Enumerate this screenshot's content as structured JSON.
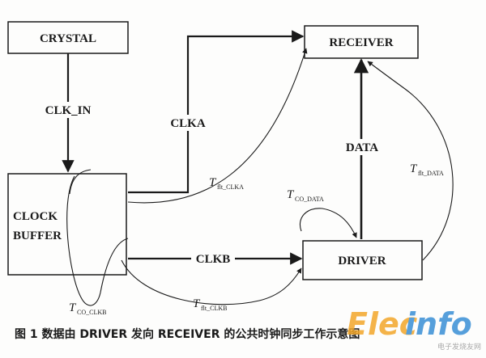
{
  "boxes": {
    "crystal": "CRYSTAL",
    "receiver": "RECEIVER",
    "clock_buffer_line1": "CLOCK",
    "clock_buffer_line2": "BUFFER",
    "driver": "DRIVER"
  },
  "signals": {
    "clk_in": "CLK_IN",
    "clka": "CLKA",
    "clkb": "CLKB",
    "data": "DATA"
  },
  "timings": {
    "t_flt_clka": {
      "main": "T",
      "sub": "flt_CLKA"
    },
    "t_co_data": {
      "main": "T",
      "sub": "CO_DATA"
    },
    "t_flt_data": {
      "main": "T",
      "sub": "flt_DATA"
    },
    "t_co_clkb": {
      "main": "T",
      "sub": "CO_CLKB"
    },
    "t_flt_clkb": {
      "main": "T",
      "sub": "flt_CLKB"
    }
  },
  "caption": "图 1  数据由 DRIVER 发向 RECEIVER 的公共时钟同步工作示意图",
  "watermark": {
    "brand_a": "Elec",
    "brand_b": "info",
    "tagline": "电子发烧友网",
    "brand_a_color": "#f3a72a",
    "brand_b_color": "#3a8fd6"
  }
}
